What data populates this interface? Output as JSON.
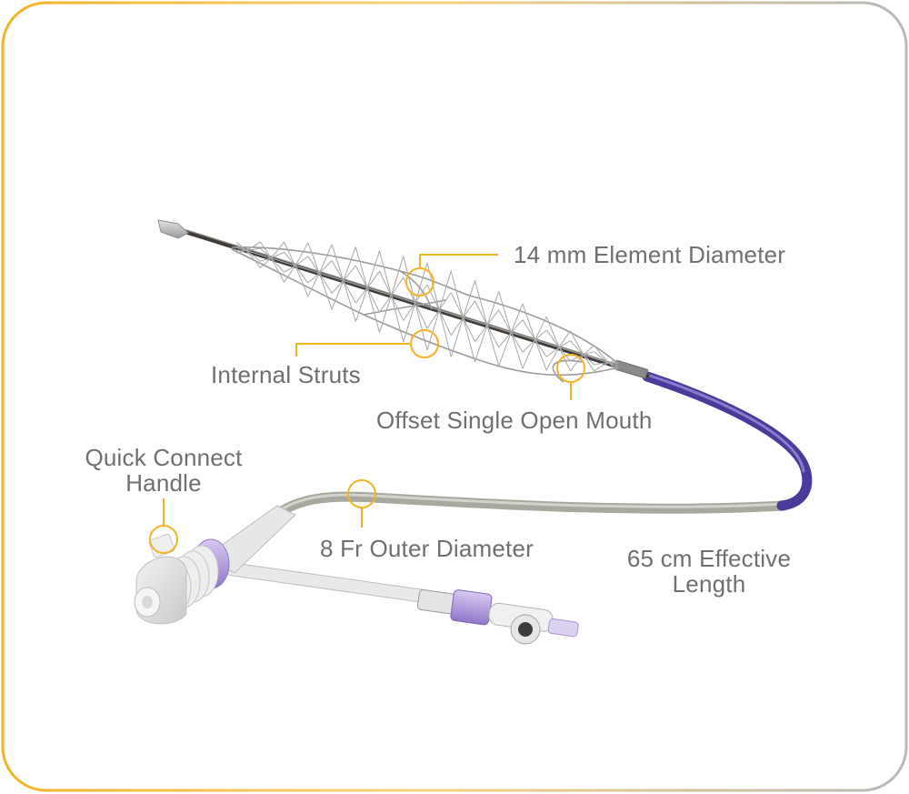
{
  "colors": {
    "accent": "#f2b425",
    "frame_gray": "#b9b9b9",
    "label_gray": "#6f6f6f",
    "catheter_purple": "#4b3a9a",
    "catheter_gray": "#a7a99f",
    "handle_purple": "#a98fd6"
  },
  "labels": {
    "element_diameter": "14 mm Element Diameter",
    "internal_struts": "Internal Struts",
    "open_mouth": "Offset Single Open Mouth",
    "handle_line1": "Quick Connect",
    "handle_line2": "Handle",
    "outer_diameter": "8 Fr Outer Diameter",
    "length_line1": "65 cm Effective",
    "length_line2": "Length"
  },
  "icons": {
    "callout_marker": "circle-marker-icon",
    "device": "catheter-device-illustration"
  }
}
